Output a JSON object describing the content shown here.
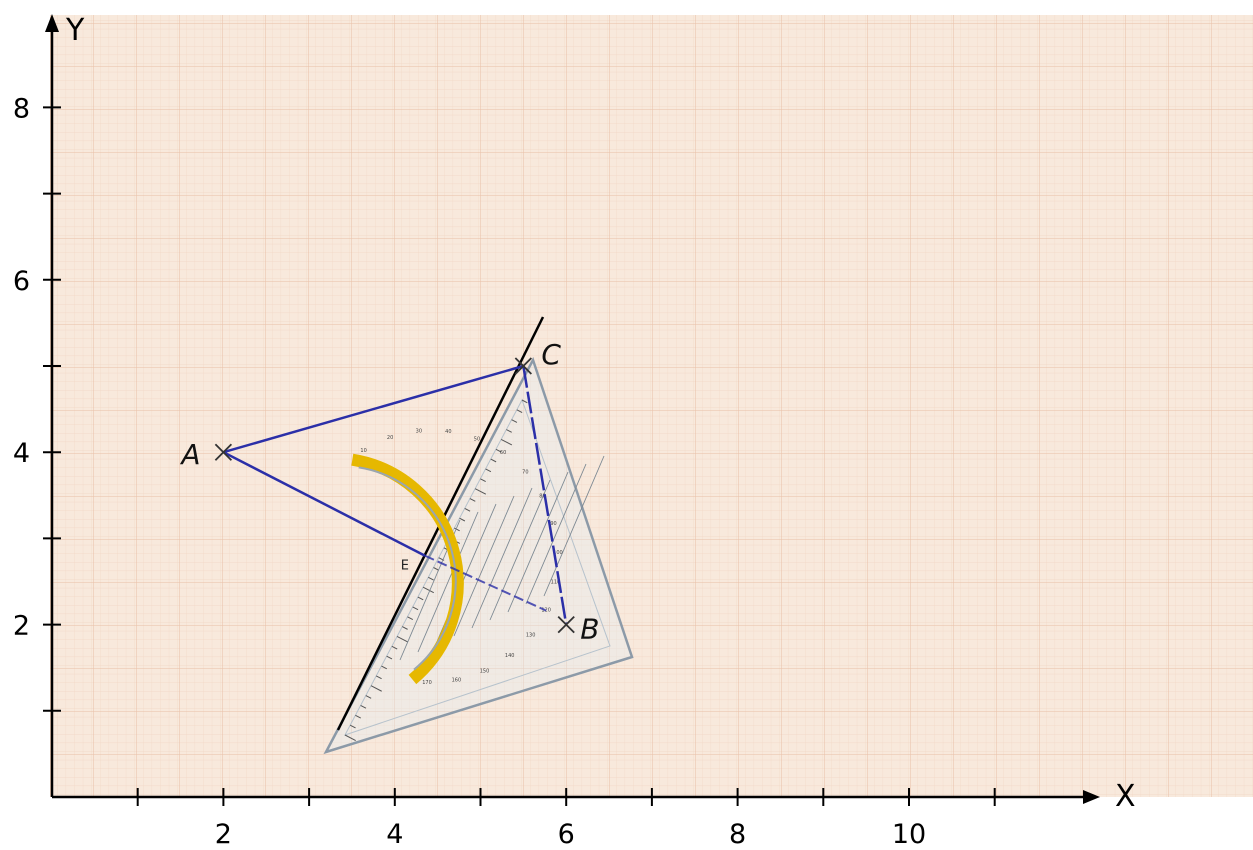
{
  "axes": {
    "x_label": "X",
    "y_label": "Y",
    "x_range": [
      0,
      12.5
    ],
    "y_range": [
      0,
      9
    ],
    "x_ticks": [
      1,
      2,
      3,
      4,
      5,
      6,
      7,
      8,
      9,
      10,
      11
    ],
    "x_tick_labels": [
      "2",
      "4",
      "6",
      "8",
      "10"
    ],
    "x_tick_label_values": [
      2,
      4,
      6,
      8,
      10
    ],
    "y_ticks": [
      1,
      2,
      3,
      4,
      5,
      6,
      7,
      8
    ],
    "y_tick_labels": [
      "2",
      "4",
      "6",
      "8"
    ],
    "y_tick_label_values": [
      2,
      4,
      6,
      8
    ]
  },
  "points": [
    {
      "label": "A",
      "x": 2,
      "y": 4
    },
    {
      "label": "B",
      "x": 6,
      "y": 2
    },
    {
      "label": "C",
      "x": 5.5,
      "y": 5
    }
  ],
  "foot_point": {
    "label": "E",
    "x": 4.35,
    "y": 2.8
  },
  "colors": {
    "paper": "#f8e9dc",
    "grid_fine": "#f0d0bd",
    "grid_coarse": "#e7b89f",
    "segment": "#2b2fa8",
    "axis": "#000000",
    "protractor_arc": "#e6b800",
    "triangle_edge": "#8c9aa8"
  },
  "protractor": {
    "name": "geo-triangle",
    "scale_numbers": [
      "10",
      "20",
      "30",
      "40",
      "50",
      "60",
      "70",
      "80",
      "90",
      "100",
      "110",
      "120",
      "130",
      "140",
      "150",
      "160",
      "170"
    ]
  }
}
